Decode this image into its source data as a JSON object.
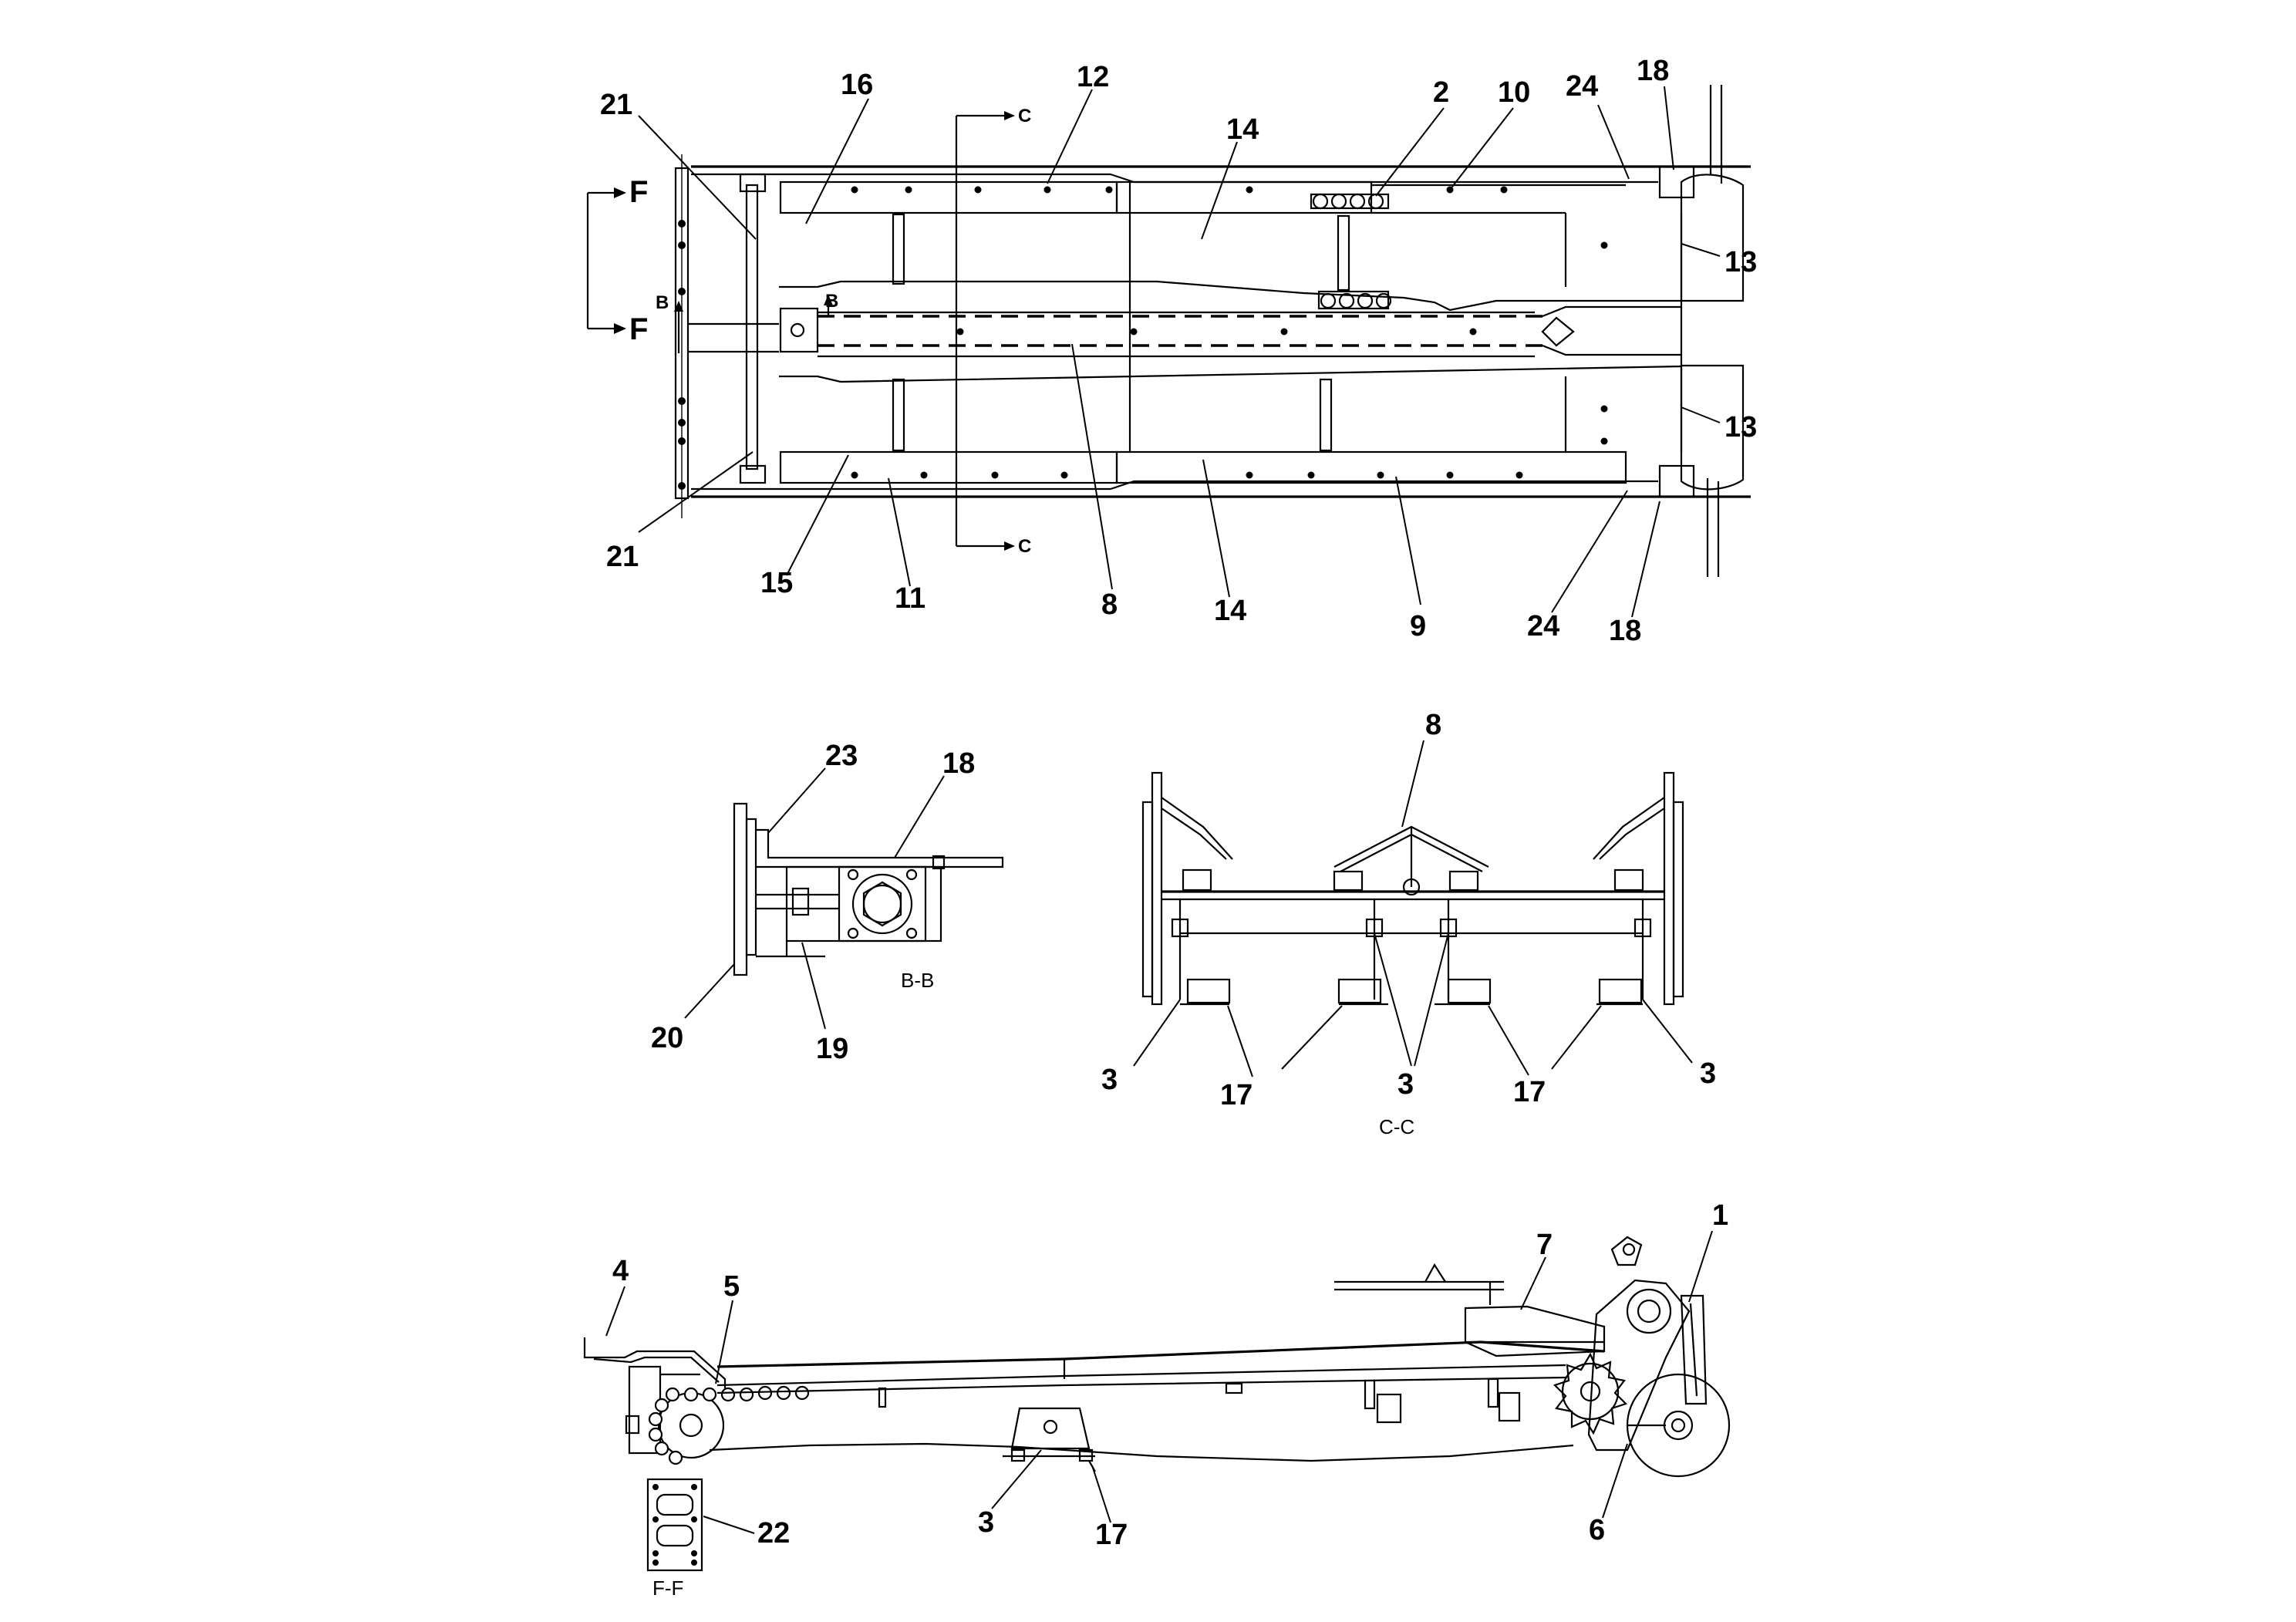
{
  "top_view": {
    "callouts": {
      "c21a": "21",
      "c16": "16",
      "c12": "12",
      "c14a": "14",
      "c2": "2",
      "c10": "10",
      "c24a": "24",
      "c18a": "18",
      "c13a": "13",
      "c13b": "13",
      "c21b": "21",
      "c15": "15",
      "c11": "11",
      "c8": "8",
      "c14b": "14",
      "c9": "9",
      "c24b": "24",
      "c18b": "18"
    },
    "section_marks": {
      "f_top": "F",
      "f_bottom": "F",
      "b_left": "B",
      "b_right": "B",
      "c_top": "C",
      "c_bottom": "C"
    }
  },
  "section_bb": {
    "callouts": {
      "c23": "23",
      "c18": "18",
      "c20": "20",
      "c19": "19"
    },
    "label": "B-B"
  },
  "section_cc": {
    "callouts": {
      "c8": "8",
      "c3a": "3",
      "c17a": "17",
      "c3b": "3",
      "c17b": "17",
      "c3c": "3"
    },
    "label": "C-C"
  },
  "side_view": {
    "callouts": {
      "c4": "4",
      "c5": "5",
      "c7": "7",
      "c1": "1",
      "c3": "3",
      "c17": "17",
      "c6": "6",
      "c22": "22"
    },
    "label_ff": "F-F"
  }
}
